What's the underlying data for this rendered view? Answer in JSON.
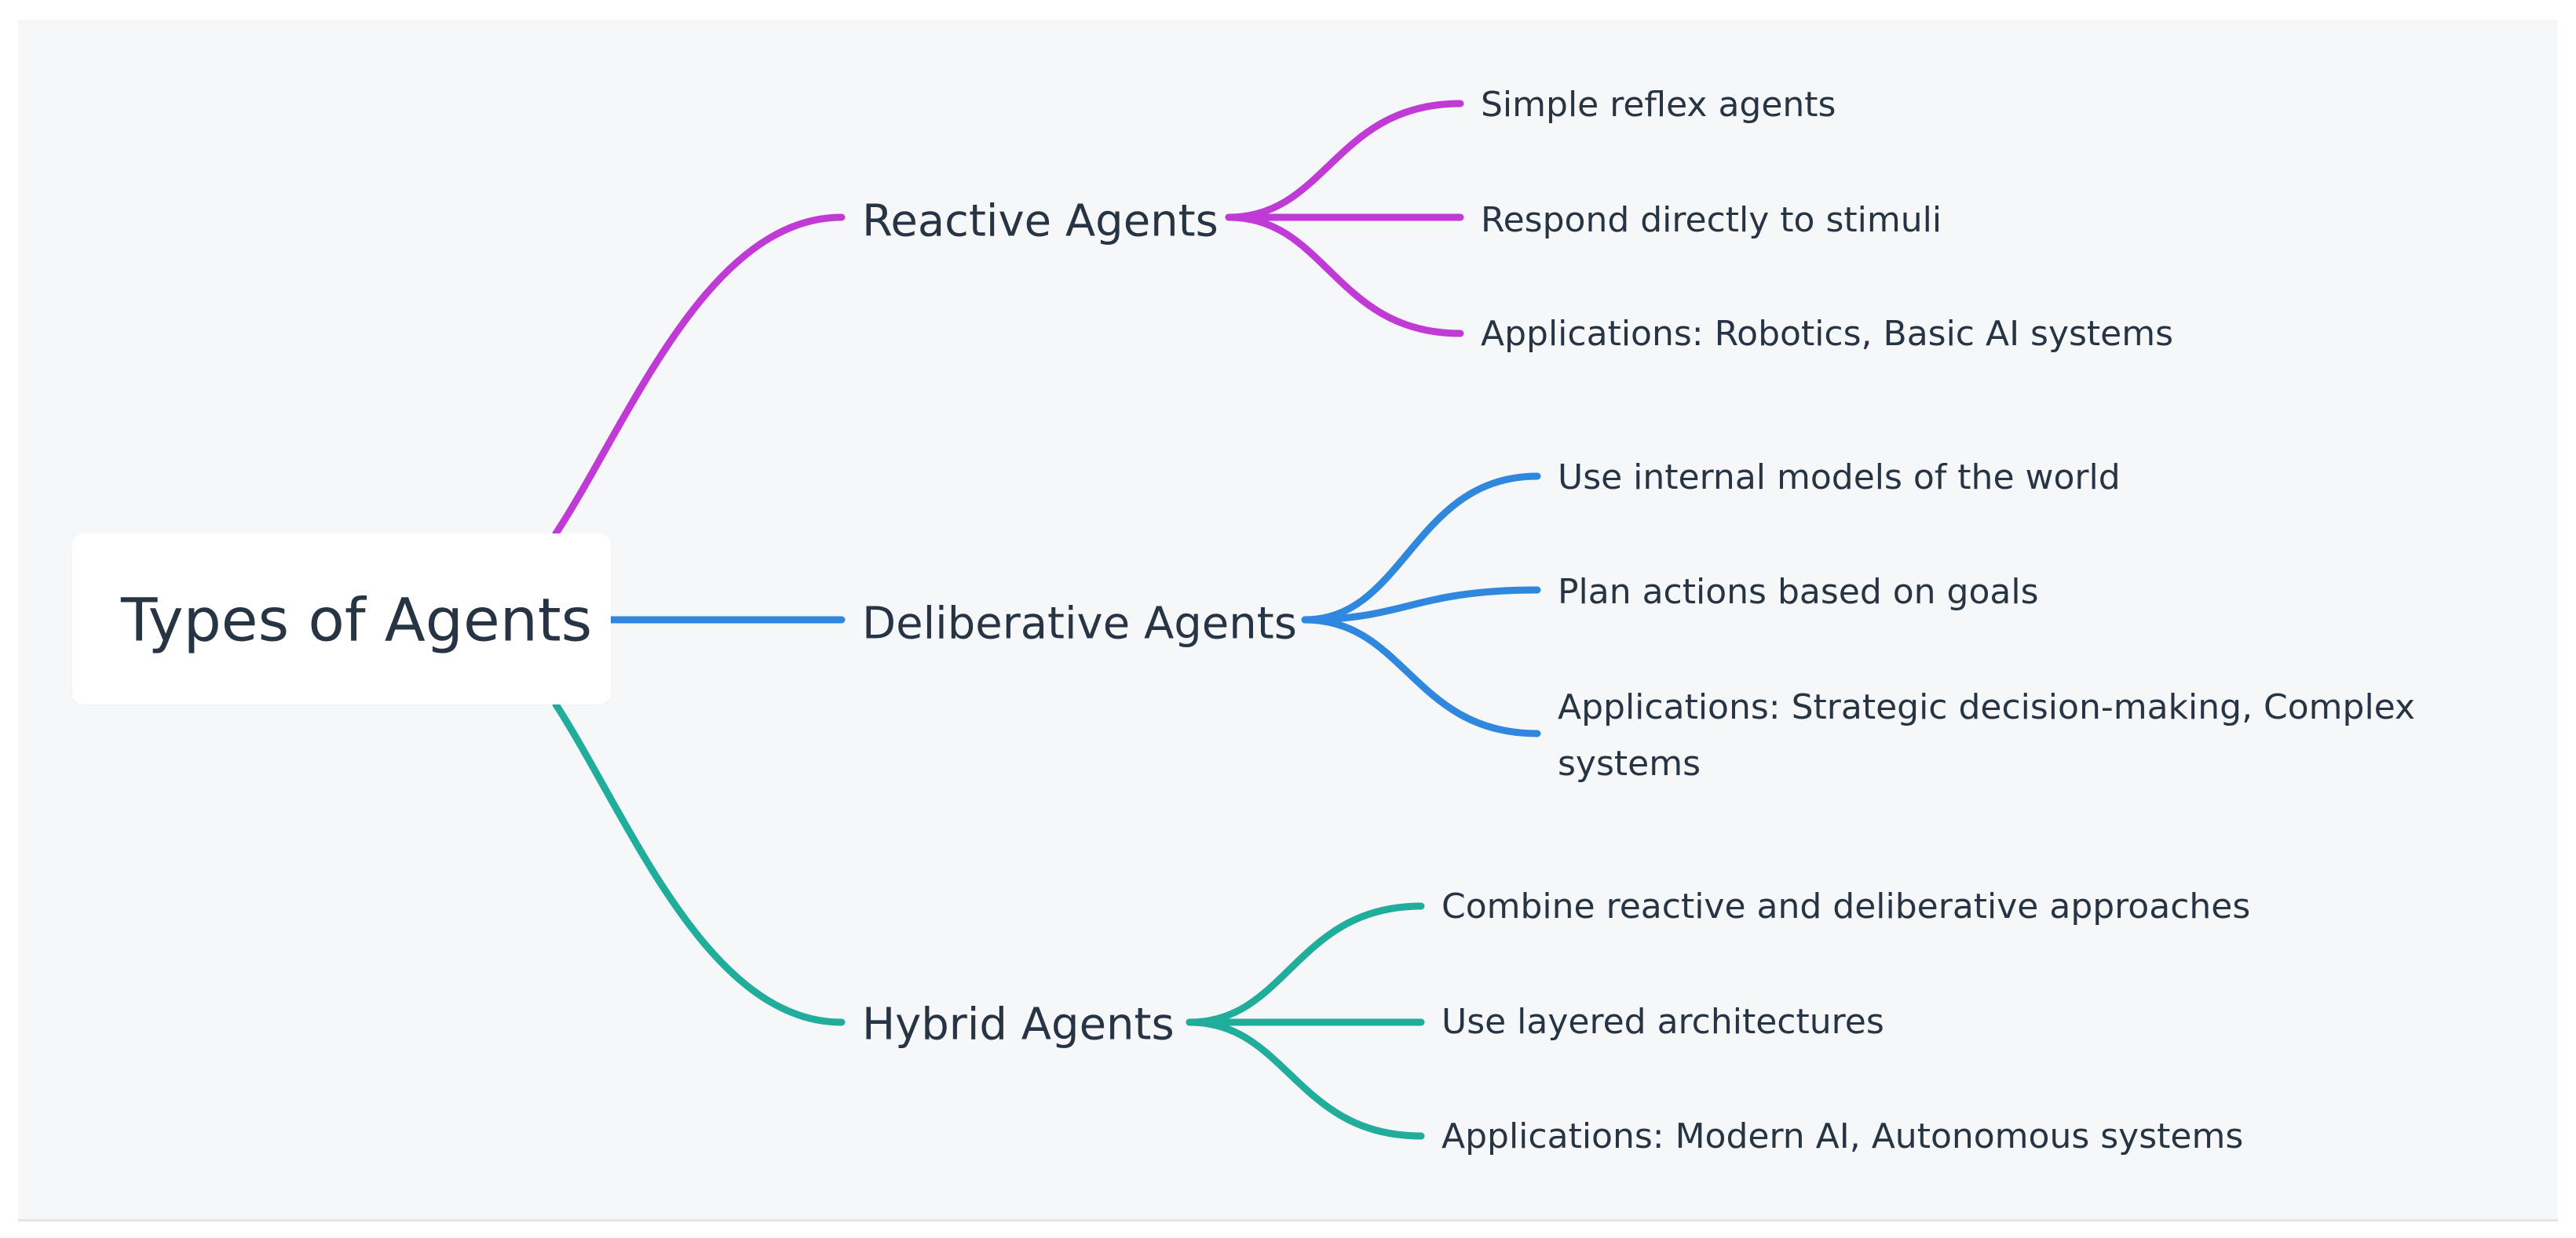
{
  "diagram": {
    "root": {
      "label": "Types of Agents"
    },
    "branches": [
      {
        "label": "Reactive Agents",
        "color": "#c03bd6",
        "children": [
          "Simple reflex agents",
          "Respond directly to stimuli",
          "Applications: Robotics, Basic AI systems"
        ]
      },
      {
        "label": "Deliberative Agents",
        "color": "#2f87de",
        "children": [
          "Use internal models of the world",
          "Plan actions based on goals",
          "Applications: Strategic decision-making, Complex systems"
        ]
      },
      {
        "label": "Hybrid Agents",
        "color": "#20ad9c",
        "children": [
          "Combine reactive and deliberative approaches",
          "Use layered architectures",
          "Applications: Modern AI, Autonomous systems"
        ]
      }
    ]
  }
}
